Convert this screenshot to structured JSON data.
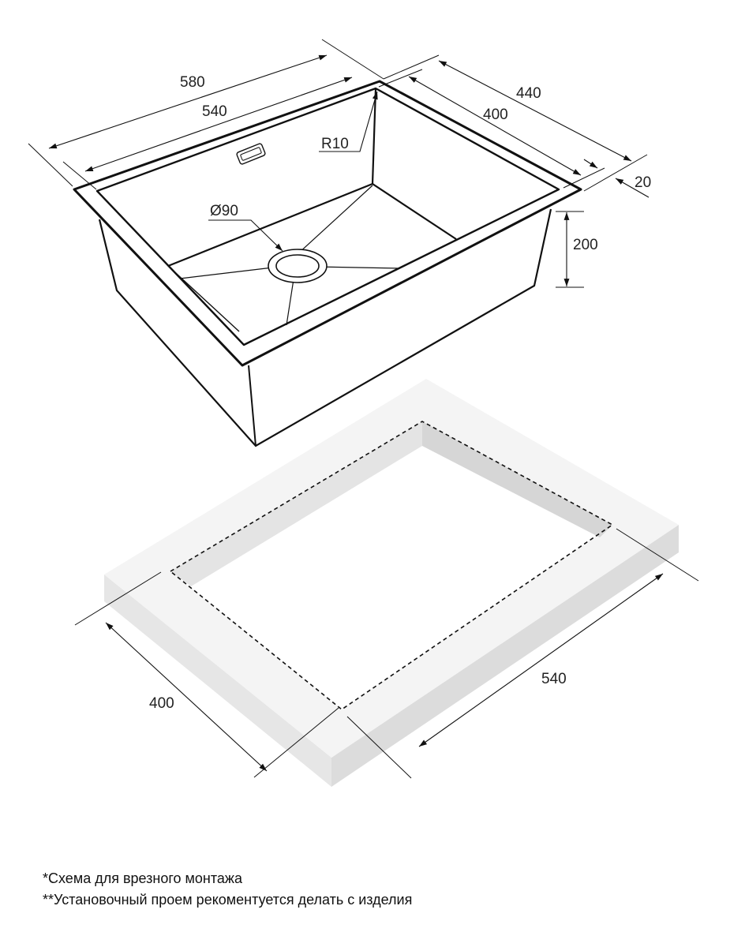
{
  "sink": {
    "dimensions": {
      "outer_length": "580",
      "inner_length": "540",
      "outer_width": "440",
      "inner_width": "400",
      "flange": "20",
      "depth": "200",
      "corner_radius": "R10",
      "drain_diameter": "Ø90"
    }
  },
  "cutout": {
    "dimensions": {
      "width": "400",
      "length": "540"
    },
    "colors": {
      "top_face": "#f4f4f4",
      "side_face": "#e2e2e2",
      "inner_wall": "#d8d8d8"
    }
  },
  "notes": [
    "*Схема для врезного монтажа",
    "**Установочный проем рекоментуется делать с изделия"
  ]
}
